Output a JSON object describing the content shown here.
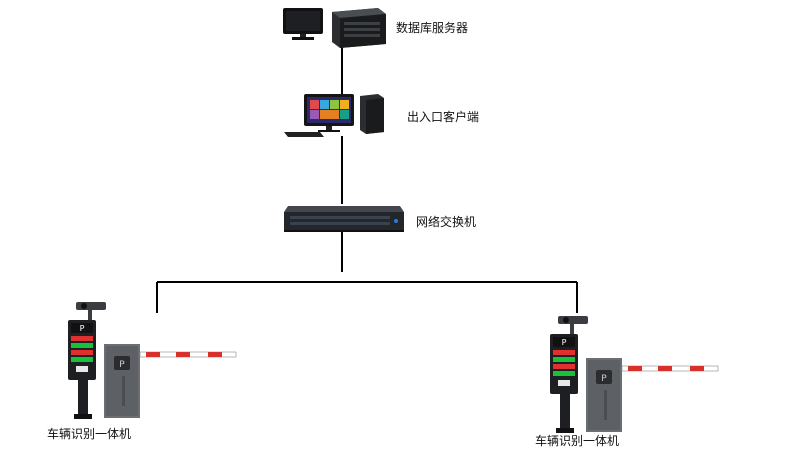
{
  "nodes": {
    "database_server": "数据库服务器",
    "entry_exit_client": "出入口客户端",
    "network_switch": "网络交换机",
    "plate_recognition_left": "车辆识别一体机",
    "plate_recognition_right": "车辆识别一体机"
  },
  "device_screen": {
    "parking_sign": "P",
    "barrier_sign": "P"
  },
  "colors": {
    "line": "#000000",
    "cabinet": "#6b6f73",
    "boom_red": "#d8302a",
    "display_green": "#19c03a",
    "display_red": "#e03030"
  },
  "icons": {
    "server": "server-tower-with-monitor-icon",
    "client": "desktop-computer-icon",
    "switch": "rack-network-switch-icon",
    "gate": "license-plate-camera-barrier-gate-icon"
  }
}
